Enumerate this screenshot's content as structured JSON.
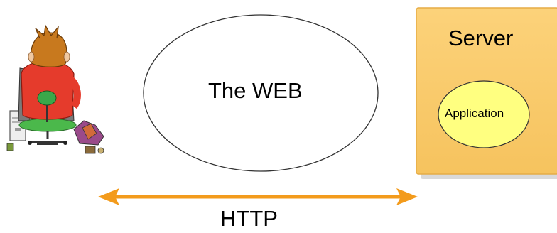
{
  "diagram": {
    "web_label": "The WEB",
    "server_label": "Server",
    "application_label": "Application",
    "protocol_label": "HTTP"
  },
  "colors": {
    "server_fill": "#fbcf70",
    "server_border": "#e6ac45",
    "application_fill": "#ffff80",
    "arrow": "#f39b1c",
    "cloud_stroke": "#333333"
  },
  "icons": {
    "user": "person-at-computer-icon"
  }
}
